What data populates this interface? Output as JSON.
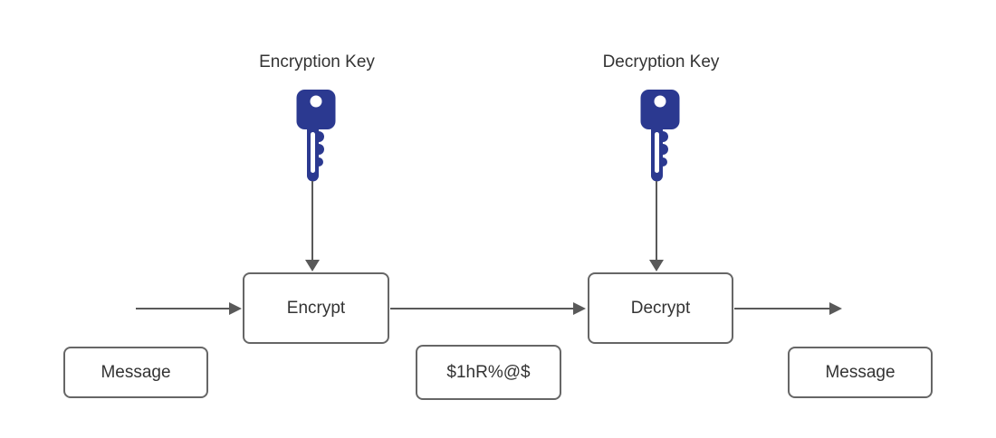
{
  "labels": {
    "encryption_key": "Encryption Key",
    "decryption_key": "Decryption Key"
  },
  "nodes": {
    "encrypt": "Encrypt",
    "decrypt": "Decrypt",
    "message_left": "Message",
    "ciphertext": "$1hR%@$",
    "message_right": "Message"
  },
  "icons": {
    "left": "key-icon",
    "right": "key-icon"
  },
  "colors": {
    "key_fill": "#2b3990",
    "key_hole": "#ffffff",
    "box_border": "#666666",
    "arrow": "#595959",
    "text": "#333333",
    "background": "#ffffff"
  }
}
